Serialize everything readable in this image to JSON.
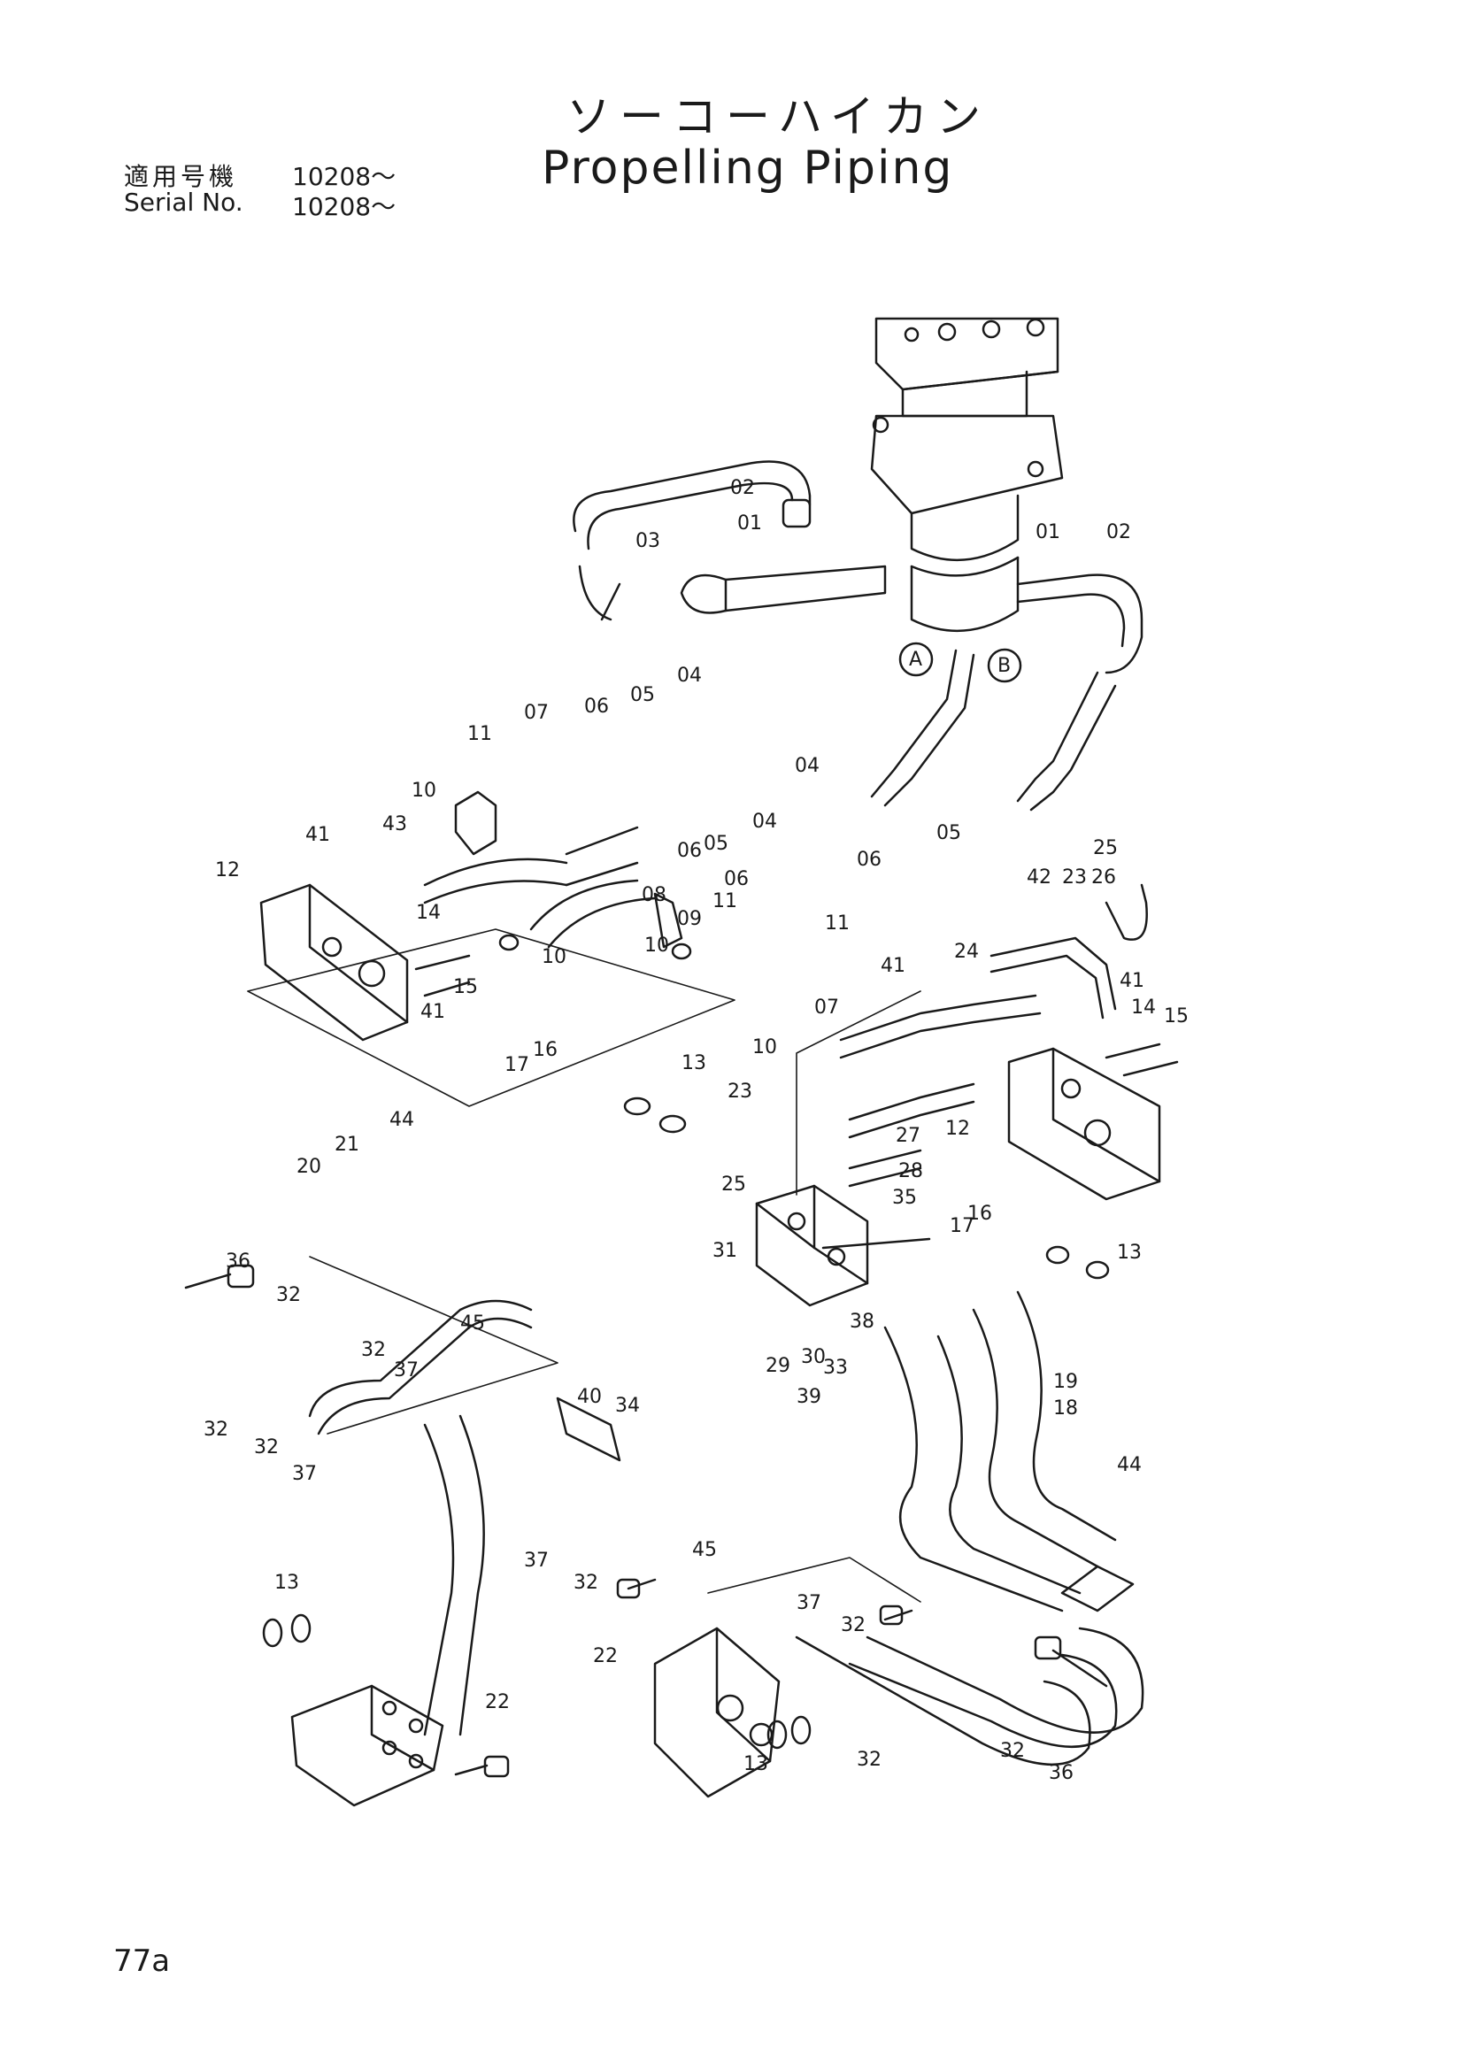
{
  "header": {
    "title_jp": "ソーコーハイカン",
    "title_en": "Propelling Piping",
    "serial_jp_label": "適用号機",
    "serial_jp_value": "10208～",
    "serial_en_label": "Serial No.",
    "serial_en_value": "10208～"
  },
  "page_number": "77a",
  "circle_markers": [
    "A",
    "B"
  ],
  "callouts": [
    "02",
    "01",
    "03",
    "01",
    "02",
    "04",
    "05",
    "06",
    "07",
    "11",
    "10",
    "41",
    "43",
    "12",
    "14",
    "15",
    "41",
    "10",
    "08",
    "06",
    "05",
    "04",
    "04",
    "06",
    "05",
    "06",
    "11",
    "09",
    "11",
    "10",
    "07",
    "41",
    "42",
    "23",
    "26",
    "25",
    "24",
    "41",
    "14",
    "15",
    "10",
    "17",
    "16",
    "13",
    "23",
    "25",
    "28",
    "31",
    "35",
    "17",
    "16",
    "13",
    "12",
    "27",
    "44",
    "21",
    "20",
    "45",
    "36",
    "32",
    "32",
    "37",
    "32",
    "32",
    "37",
    "40",
    "34",
    "29",
    "30",
    "33",
    "38",
    "39",
    "19",
    "18",
    "44",
    "45",
    "37",
    "32",
    "22",
    "37",
    "32",
    "13",
    "22",
    "13",
    "32",
    "32",
    "36"
  ]
}
